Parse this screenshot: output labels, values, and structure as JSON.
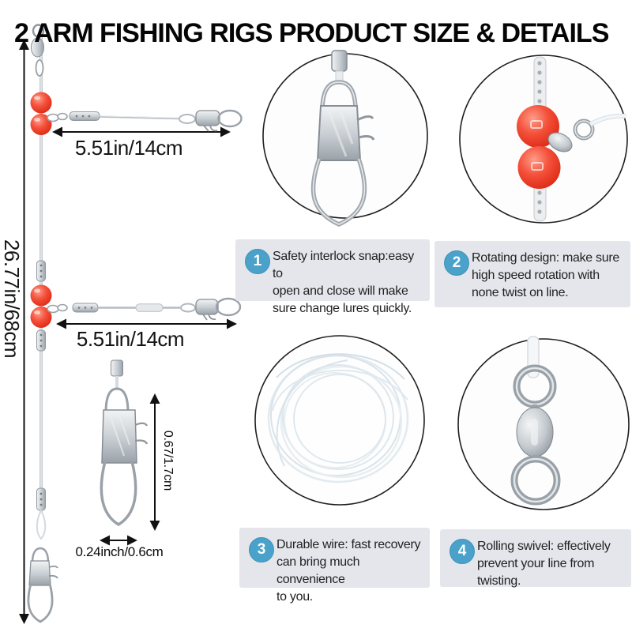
{
  "title": "2 ARM FISHING RIGS PRODUCT SIZE & DETAILS",
  "measurements": {
    "total_length": "26.77in/68cm",
    "arm_top_length": "5.51in/14cm",
    "arm_bottom_length": "5.51in/14cm",
    "snap_height": "0.67/1.7cm",
    "snap_width": "0.24inch/0.6cm"
  },
  "features": [
    {
      "number": "1",
      "text": "Safety interlock snap:easy to\nopen and close will make\nsure change lures quickly."
    },
    {
      "number": "2",
      "text": "Rotating design: make sure\nhigh speed rotation with\nnone twist on line."
    },
    {
      "number": "3",
      "text": "Durable wire: fast recovery\ncan bring much convenience\nto you."
    },
    {
      "number": "4",
      "text": "Rolling swivel: effectively\nprevent your line from\ntwisting."
    }
  ],
  "closeups": [
    {
      "name": "safety-interlock-snap-photo"
    },
    {
      "name": "rotating-beads-swivel-photo"
    },
    {
      "name": "durable-wire-coil-photo"
    },
    {
      "name": "rolling-swivel-photo"
    }
  ],
  "colors": {
    "badge_blue": "#4aa2ca",
    "caption_bg": "#e4e6ec",
    "bead_red": "#f0402d",
    "metal_gray": "#9aa1a8",
    "arrow_black": "#111111"
  }
}
